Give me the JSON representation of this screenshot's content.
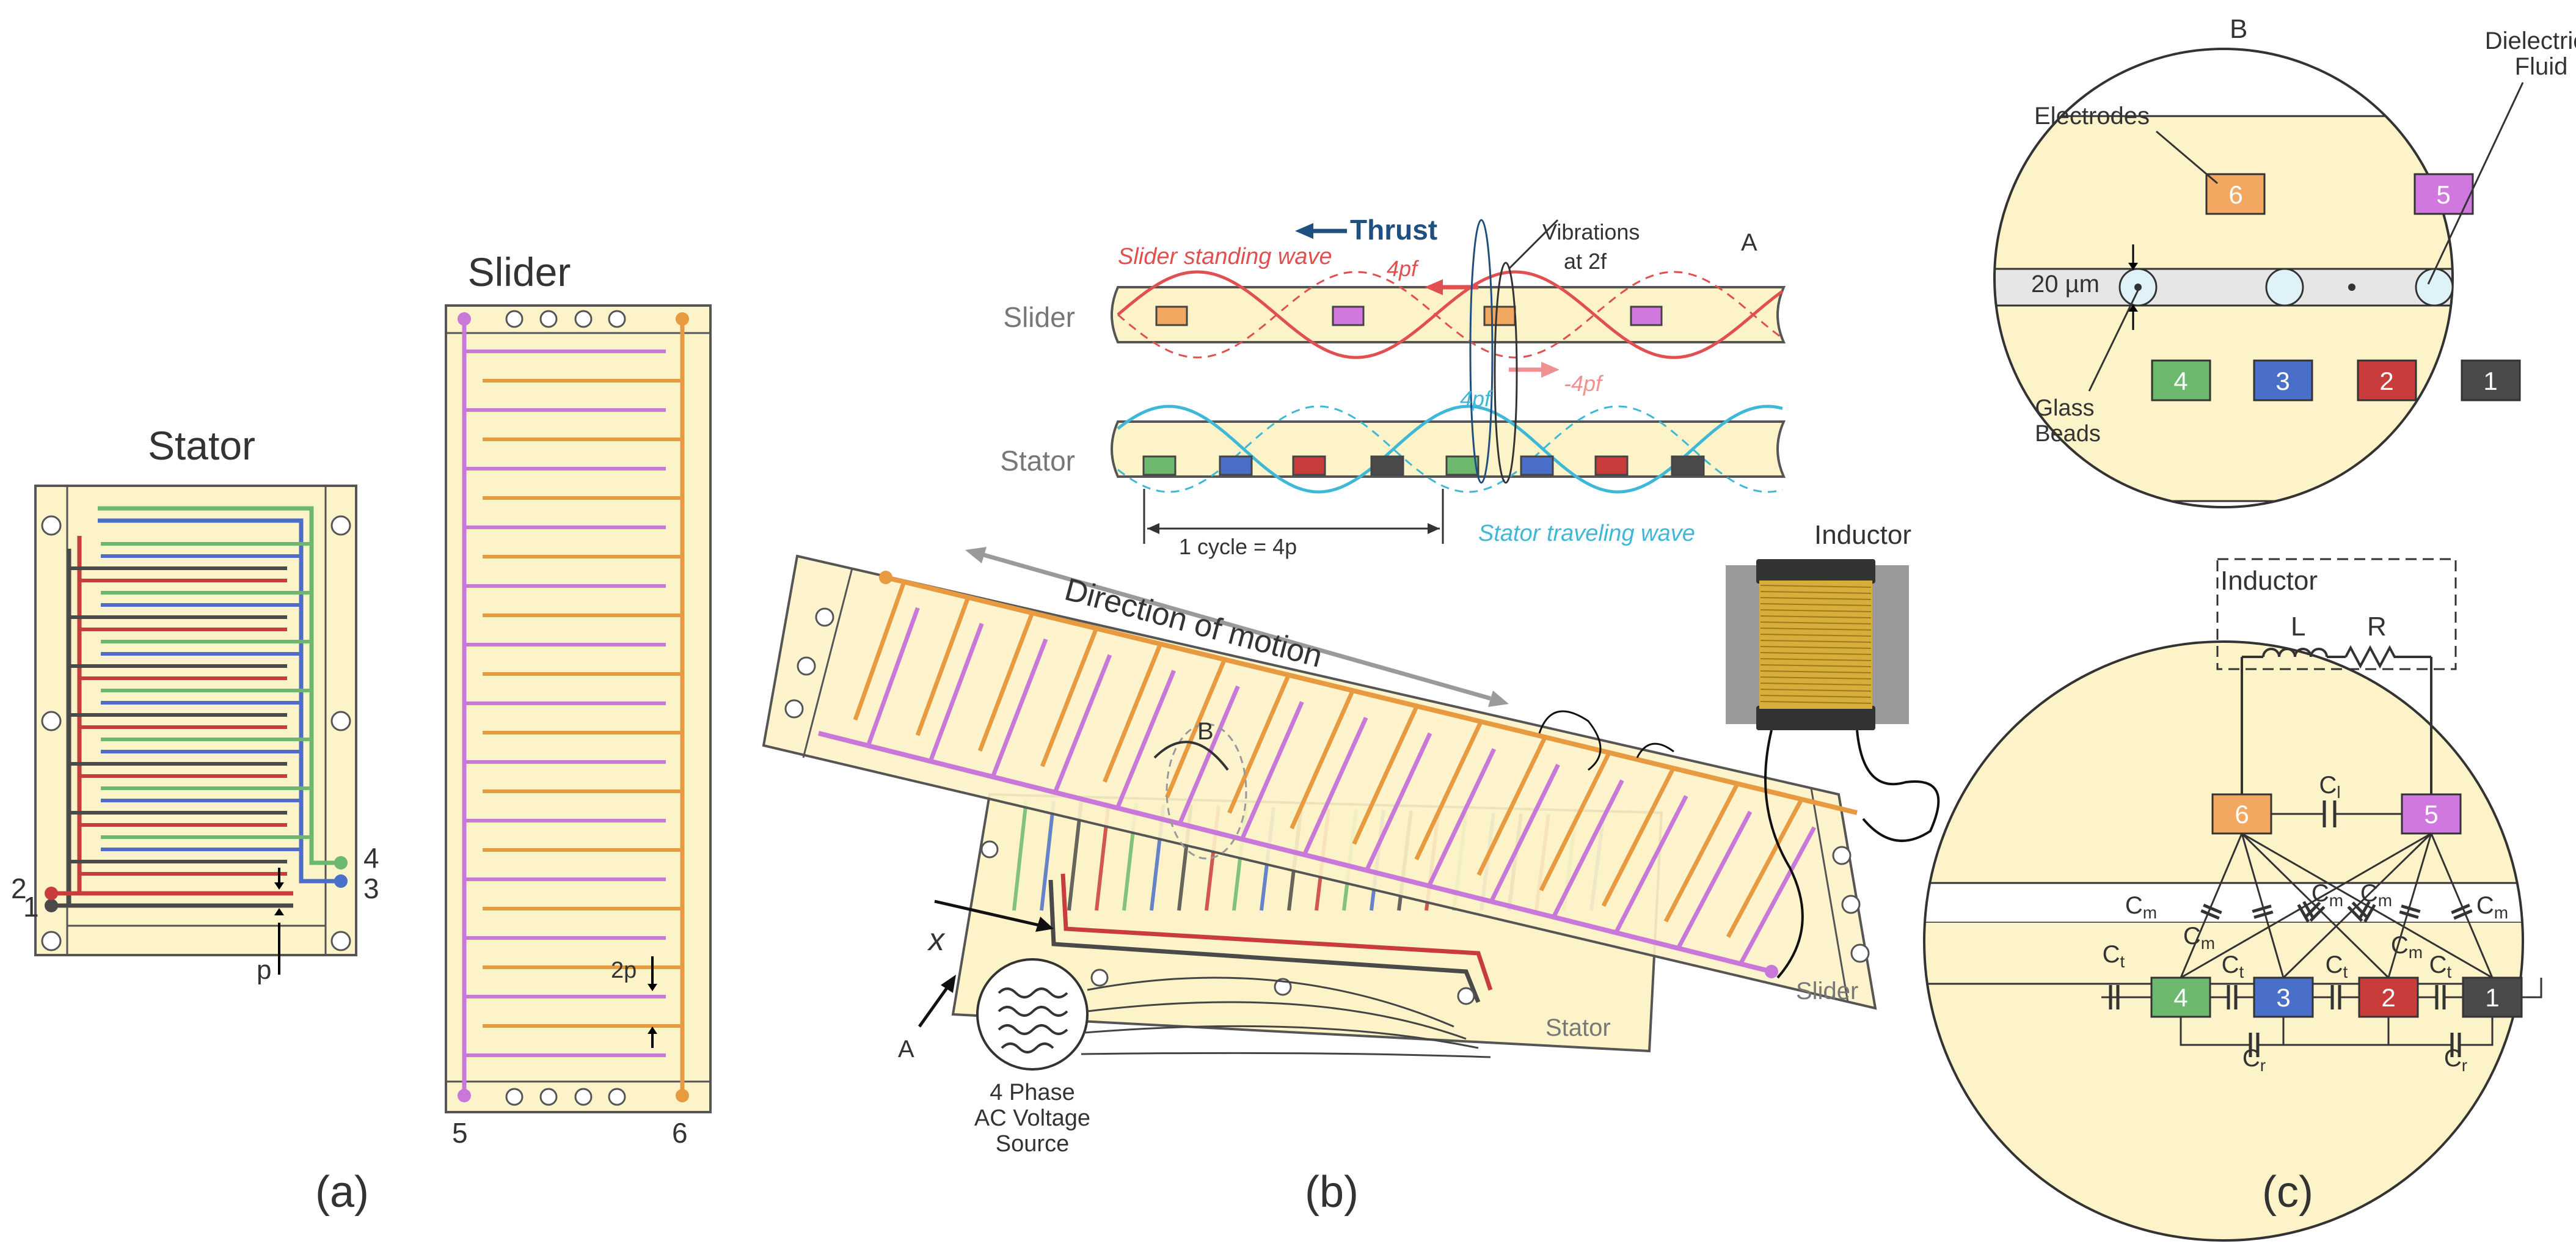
{
  "panels": {
    "a": {
      "caption": "(a)",
      "stator_title": "Stator",
      "slider_title": "Slider",
      "stator_terminals": [
        "1",
        "2",
        "3",
        "4"
      ],
      "pitch_label": "p",
      "slider_terminals": [
        "5",
        "6"
      ],
      "slider_pitch_label": "2p"
    },
    "b": {
      "caption": "(b)",
      "thrust": "Thrust",
      "slider_wave": "Slider standing wave",
      "fwd_wave": "4pf",
      "back_wave": "-4pf",
      "vibrations": "Vibrations",
      "vibrations_freq": "at 2f",
      "view_a_label": "A",
      "slider_label": "Slider",
      "stator_label": "Stator",
      "stator_wave_freq": "4pf",
      "cycle_label": "1 cycle = 4p",
      "stator_wave": "Stator traveling wave",
      "direction": "Direction of motion",
      "inductor": "Inductor",
      "detail_b": "B",
      "x_axis": "x",
      "view_a_arrow": "A",
      "source_line1": "4 Phase",
      "source_line2": "AC Voltage",
      "source_line3": "Source",
      "stator_bottom_label": "Stator",
      "slider_bottom_label": "Slider"
    },
    "c": {
      "caption": "(c)",
      "detail_label": "B",
      "dielectric_line1": "Dielectric",
      "dielectric_line2": "Fluid",
      "electrodes": "Electrodes",
      "gap": "20 µm",
      "glass_line1": "Glass",
      "glass_line2": "Beads",
      "inductor": "Inductor",
      "L": "L",
      "R": "R",
      "C_base": "C",
      "Cl_sub": "l",
      "Cm_sub": "m",
      "Ct_sub": "t",
      "Cr_sub": "r",
      "electrode_numbers": [
        "6",
        "5",
        "4",
        "3",
        "2",
        "1"
      ]
    }
  },
  "colors": {
    "phase1": "#4a4a4a",
    "phase2": "#c83c3c",
    "phase3": "#4a6fc8",
    "phase4": "#6cb86c",
    "slider5": "#c878d8",
    "slider6": "#e89a40",
    "board": "#fdf3c8",
    "slider_wave": "#e05050",
    "stator_wave": "#3fb8d8",
    "thrust": "#1f4f7f"
  }
}
